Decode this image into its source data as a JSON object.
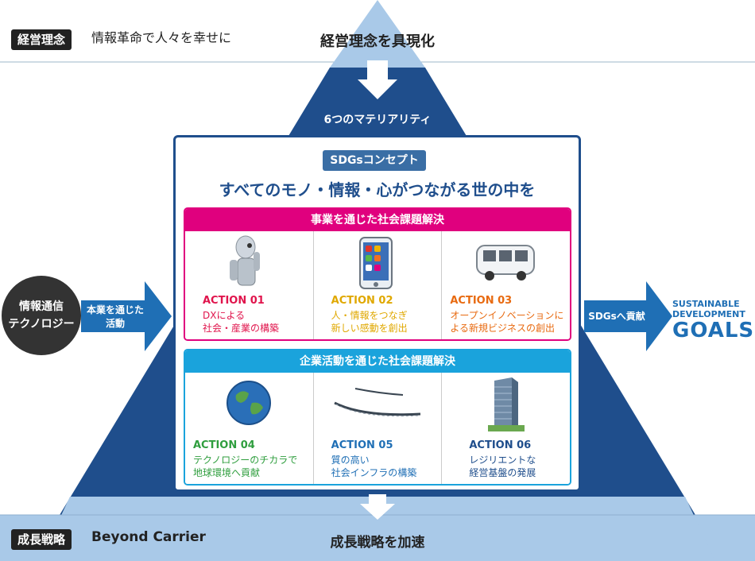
{
  "philosophy": {
    "tag": "経営理念",
    "text": "情報革命で人々を幸せに"
  },
  "embody": "経営理念を具現化",
  "materiality": "6つのマテリアリティ",
  "concept": {
    "badge": "SDGsコンセプト",
    "title": "すべてのモノ・情報・心がつながる世の中を"
  },
  "business": {
    "title": "事業を通じた社会課題解決",
    "color": "#e0007e",
    "actions": [
      {
        "label": "ACTION 01",
        "desc": "DXによる\n社会・産業の構築",
        "color": "#e0144c",
        "icon": "robot-icon"
      },
      {
        "label": "ACTION 02",
        "desc": "人・情報をつなぎ\n新しい感動を創出",
        "color": "#e0a800",
        "icon": "smartphone-icon"
      },
      {
        "label": "ACTION 03",
        "desc": "オープンイノベーションに\nよる新規ビジネスの創出",
        "color": "#e86a10",
        "icon": "bus-icon"
      }
    ]
  },
  "corporate": {
    "title": "企業活動を通じた社会課題解決",
    "color": "#1aa3dc",
    "actions": [
      {
        "label": "ACTION 04",
        "desc": "テクノロジーのチカラで\n地球環境へ貢献",
        "color": "#2f9e3e",
        "icon": "earth-icon"
      },
      {
        "label": "ACTION 05",
        "desc": "質の高い\n社会インフラの構築",
        "color": "#1f6fb5",
        "icon": "cable-icon"
      },
      {
        "label": "ACTION 06",
        "desc": "レジリエントな\n経営基盤の発展",
        "color": "#1f4e8c",
        "icon": "building-icon"
      }
    ]
  },
  "left": {
    "circle": "情報通信\nテクノロジー",
    "arrow": "本業を通じた\n活動"
  },
  "right": {
    "arrow": "SDGsへ貢献"
  },
  "goals": {
    "line1": "SUSTAINABLE",
    "line2": "DEVELOPMENT",
    "line3": "GOALS"
  },
  "growth": {
    "tag": "成長戦略",
    "text": "Beyond Carrier"
  },
  "accelerate": "成長戦略を加速",
  "colors": {
    "navy": "#1f4e8c",
    "light_blue": "#a9c9e8",
    "blue_arrow": "#1f6fb5"
  }
}
